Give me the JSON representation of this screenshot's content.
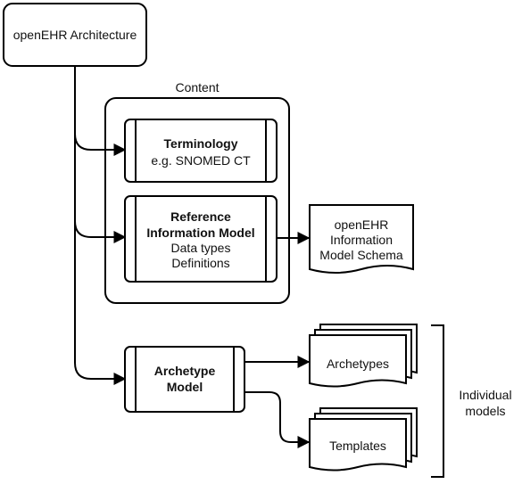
{
  "root": {
    "label": "openEHR Architecture"
  },
  "content_group": {
    "label": "Content"
  },
  "terminology": {
    "title": "Terminology",
    "subtitle": "e.g. SNOMED CT"
  },
  "reference_model": {
    "title_line1": "Reference",
    "title_line2": "Information Model",
    "line3": "Data types",
    "line4": "Definitions"
  },
  "schema_doc": {
    "line1": "openEHR",
    "line2": "Information",
    "line3": "Model Schema"
  },
  "archetype_model": {
    "title_line1": "Archetype",
    "title_line2": "Model"
  },
  "archetypes_doc": {
    "label": "Archetypes"
  },
  "templates_doc": {
    "label": "Templates"
  },
  "individual_models": {
    "line1": "Individual",
    "line2": "models"
  }
}
